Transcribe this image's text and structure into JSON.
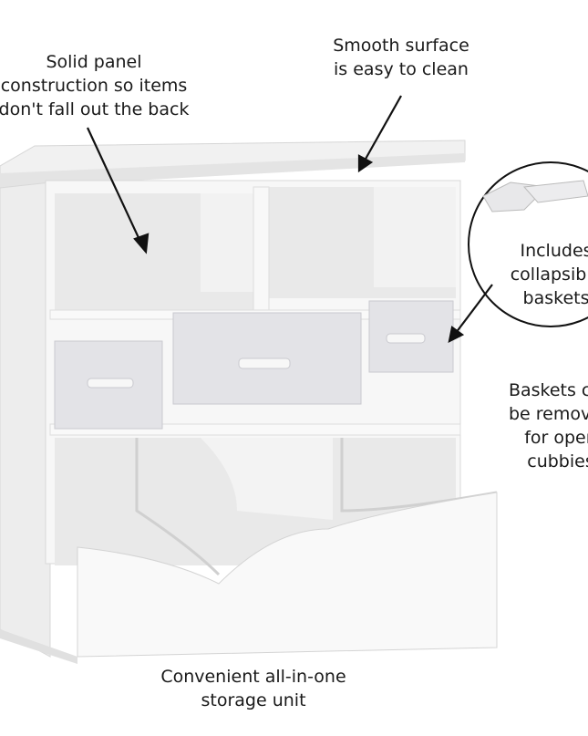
{
  "callouts": {
    "back_panel": [
      "Solid panel",
      "construction so items",
      "don't fall out the back"
    ],
    "surface": [
      "Smooth surface",
      "is easy to clean"
    ],
    "baskets_included": [
      "Includes",
      "collapsible",
      "baskets"
    ],
    "removable": [
      "Baskets can",
      "be removed",
      "for open",
      "cubbies"
    ],
    "storage": [
      "Convenient all-in-one",
      "storage unit"
    ]
  },
  "colors": {
    "furniture": "#f4f4f4",
    "shadow": "#dcdcdc",
    "basket": "#e6e6e9",
    "text": "#1a1a1a"
  }
}
